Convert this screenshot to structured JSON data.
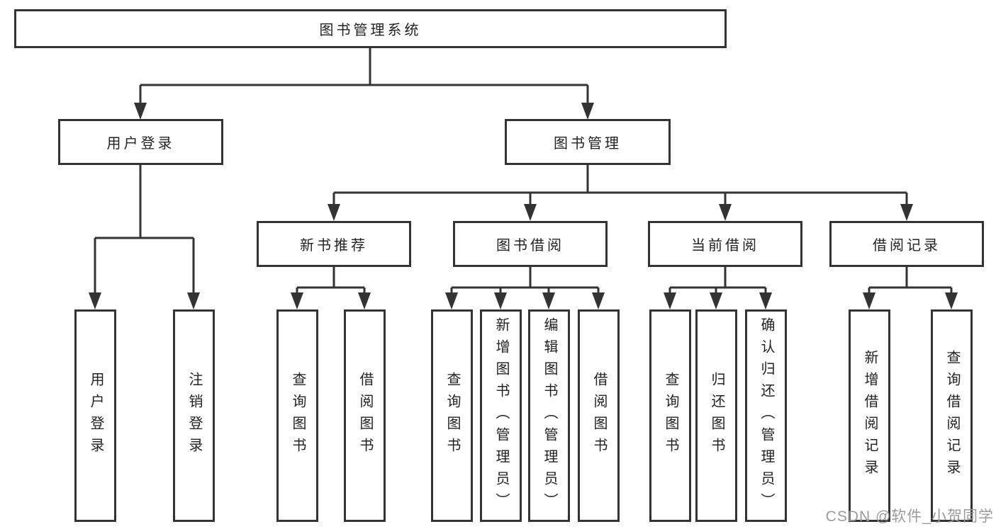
{
  "nodes": {
    "root": "图书管理系统",
    "level2": [
      "用户登录",
      "图书管理"
    ],
    "login_children": [
      "用户登录",
      "注销登录"
    ],
    "mgmt_children": [
      "新书推荐",
      "图书借阅",
      "当前借阅",
      "借阅记录"
    ],
    "recommend_children": [
      "查询图书",
      "借阅图书"
    ],
    "borrow_children": [
      "查询图书",
      "新增图书（管理员）",
      "编辑图书（管理员）",
      "借阅图书"
    ],
    "current_children": [
      "查询图书",
      "归还图书",
      "确认归还（管理员）"
    ],
    "records_children": [
      "新增借阅记录",
      "查询借阅记录"
    ]
  },
  "watermark": {
    "text": "CSDN @软件_小贺同学"
  },
  "colors": {
    "line": "#333333",
    "text": "#222222",
    "background": "#ffffff",
    "watermark": "#9b9b9b"
  }
}
